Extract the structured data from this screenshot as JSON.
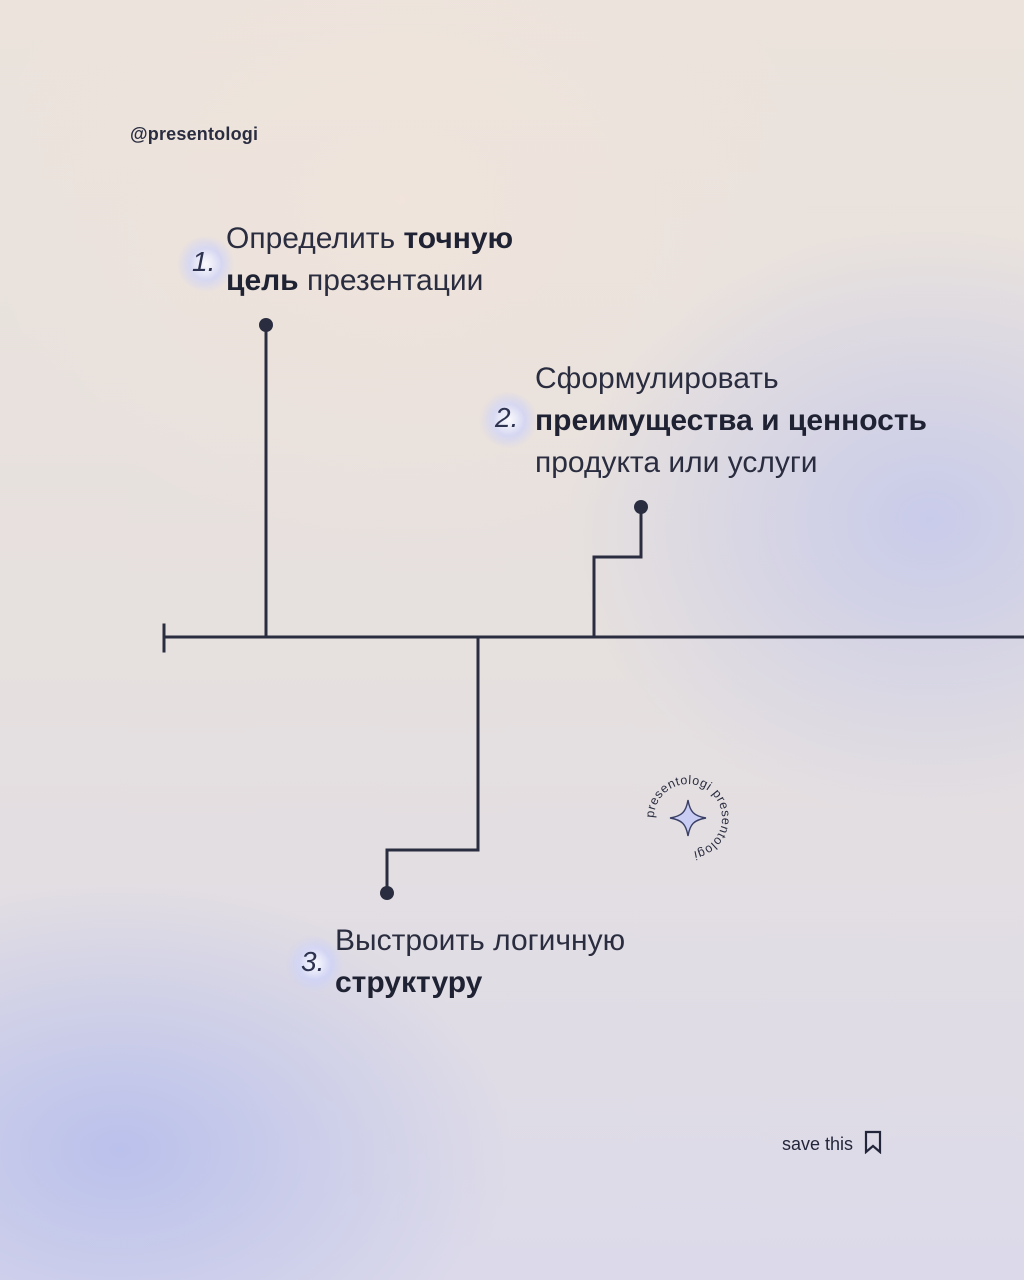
{
  "handle": "@presentologi",
  "steps": [
    {
      "number": "1.",
      "lines": [
        {
          "normal": "Определить ",
          "bold": "точную"
        },
        {
          "bold": "цель",
          "normal": " презентации"
        }
      ]
    },
    {
      "number": "2.",
      "lines": [
        {
          "normal": "Сформулировать"
        },
        {
          "bold": "преимущества и ценность"
        },
        {
          "normal": "продукта или услуги"
        }
      ]
    },
    {
      "number": "3.",
      "lines": [
        {
          "normal": "Выстроить логичную"
        },
        {
          "bold": "структуру"
        }
      ]
    }
  ],
  "stamp": {
    "text": "presentologi presentologi "
  },
  "save": {
    "label": "save this",
    "icon": "bookmark-icon"
  },
  "colors": {
    "ink": "#2a2d40",
    "glow": "#c8ccf6"
  }
}
